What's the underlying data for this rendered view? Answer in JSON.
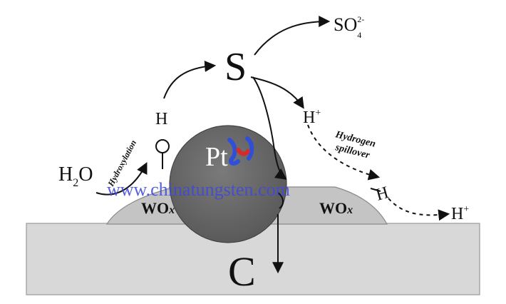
{
  "diagram": {
    "labels": {
      "so4": "SO",
      "so4_sub": "4",
      "so4_sup": "2-",
      "s": "S",
      "h_left": "H",
      "h_plus_mid": "H",
      "h_plus_mid_sup": "+",
      "hydrogen_spillover_1": "Hydrogen",
      "hydrogen_spillover_2": "spillover",
      "h2o": "H",
      "h2o_sub": "2",
      "h2o_o": "O",
      "hydroxylation": "Hydroxylation",
      "pt": "Pt",
      "h_right": "H",
      "h_plus_right": "H",
      "h_plus_right_sup": "+",
      "wox_left": "WO",
      "wox_left_sub": "x",
      "wox_right": "WO",
      "wox_right_sub": "x",
      "c": "C"
    },
    "watermark": {
      "text": "www.chinatungsten.com"
    },
    "colors": {
      "support": "#d8d8d8",
      "wox_layer": "#c4c4c4",
      "pt_particle": "#6a6a6a",
      "ink": "#111111",
      "watermark": "#3f49d8",
      "logo_red": "#d62b2b",
      "logo_blue": "#2f4fd8"
    }
  }
}
